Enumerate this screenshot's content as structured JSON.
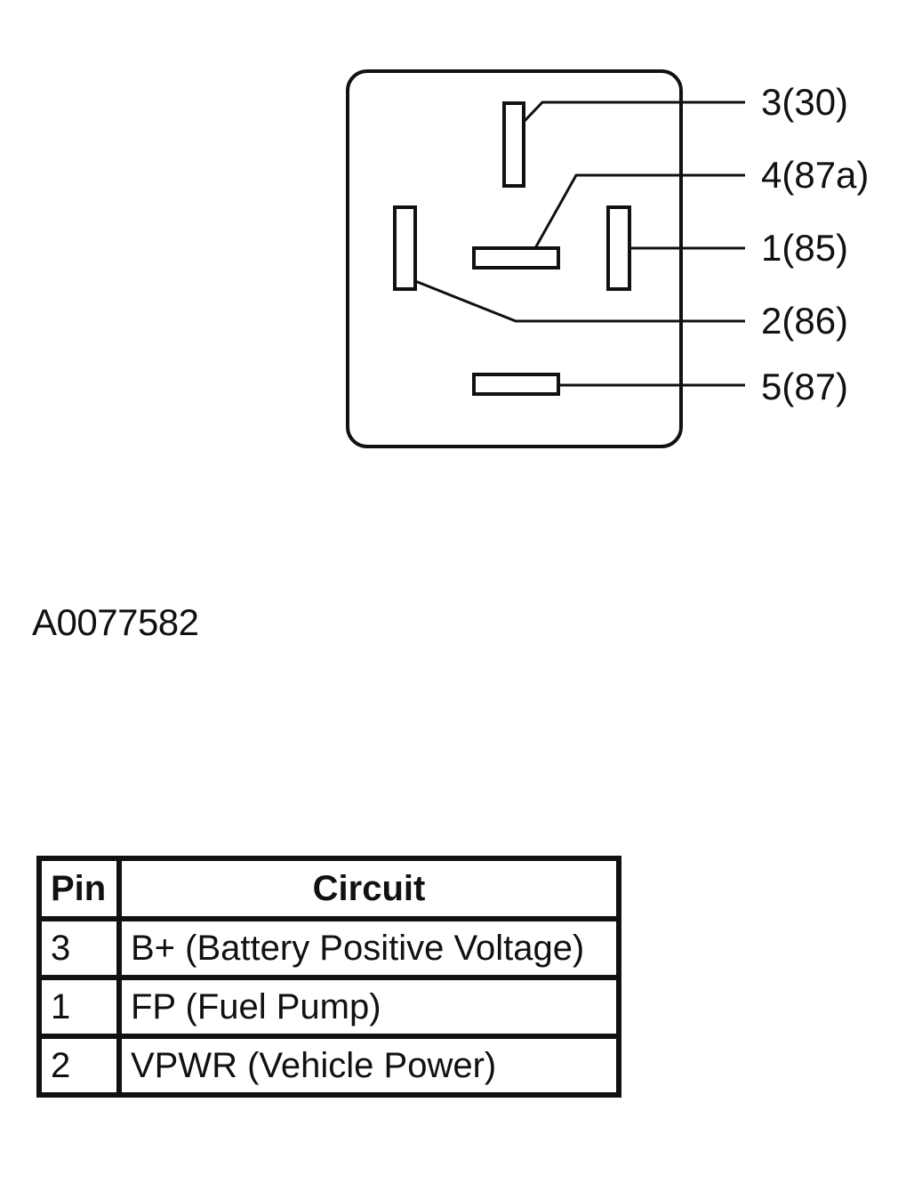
{
  "diagram": {
    "pins": [
      {
        "id": "3",
        "label": "3(30)"
      },
      {
        "id": "4",
        "label": "4(87a)"
      },
      {
        "id": "1",
        "label": "1(85)"
      },
      {
        "id": "2",
        "label": "2(86)"
      },
      {
        "id": "5",
        "label": "5(87)"
      }
    ],
    "figure_id": "A0077582"
  },
  "table": {
    "headers": {
      "pin": "Pin",
      "circuit": "Circuit"
    },
    "rows": [
      {
        "pin": "3",
        "circuit": "B+ (Battery Positive Voltage)"
      },
      {
        "pin": "1",
        "circuit": "FP (Fuel Pump)"
      },
      {
        "pin": "2",
        "circuit": "VPWR (Vehicle Power)"
      }
    ]
  }
}
